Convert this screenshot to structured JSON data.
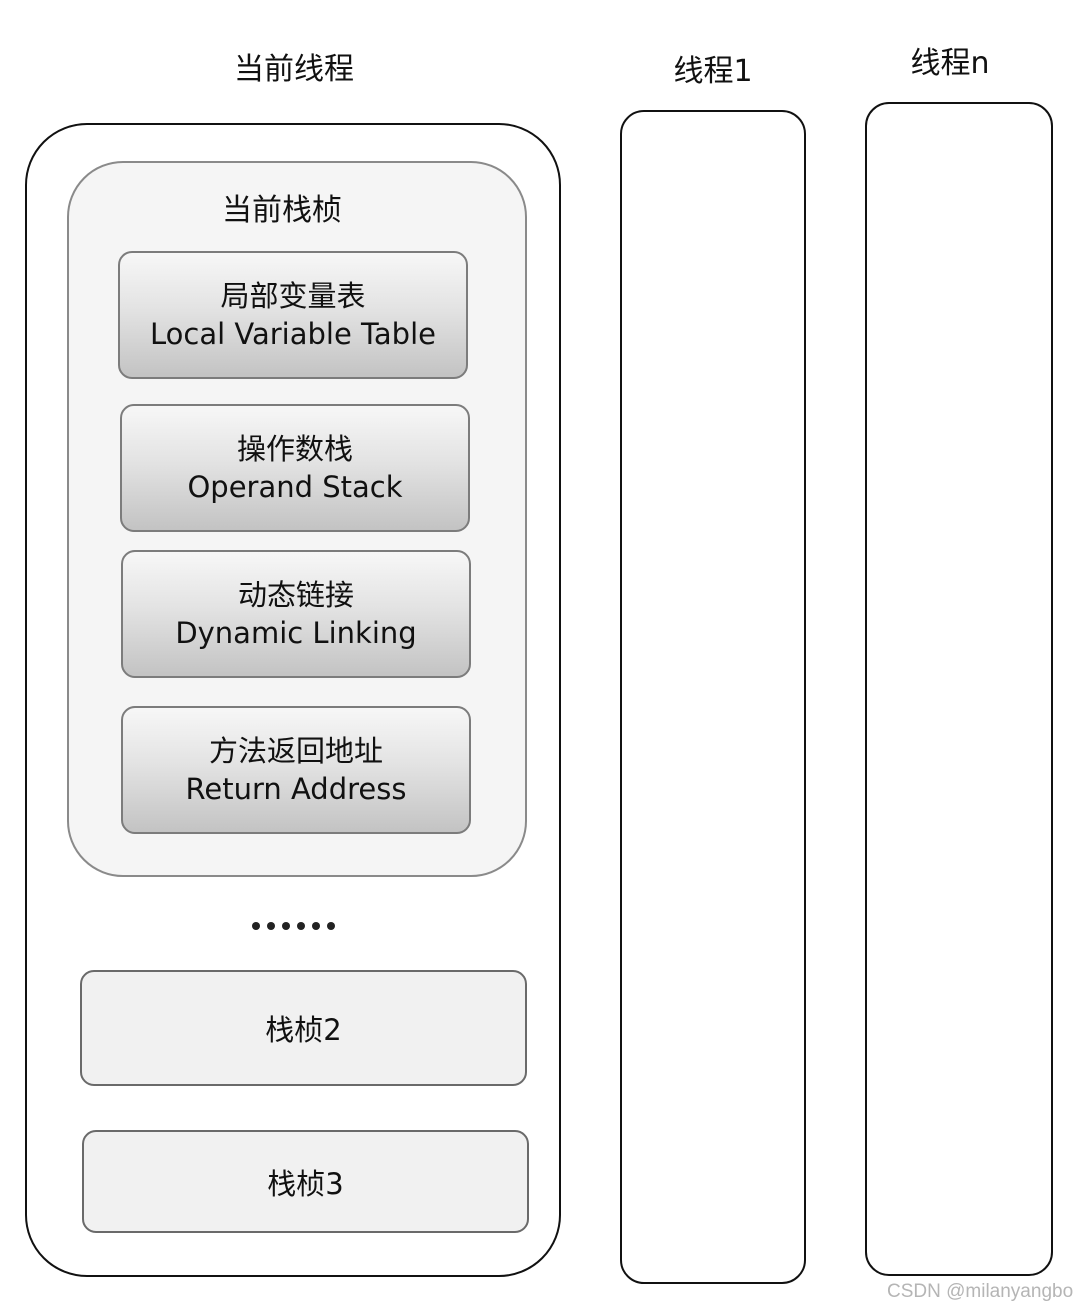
{
  "threads": {
    "current": {
      "title": "当前线程",
      "current_frame": {
        "title": "当前栈桢",
        "slots": [
          {
            "zh": "局部变量表",
            "en": "Local Variable Table"
          },
          {
            "zh": "操作数栈",
            "en": "Operand Stack"
          },
          {
            "zh": "动态链接",
            "en": "Dynamic Linking"
          },
          {
            "zh": "方法返回地址",
            "en": "Return Address"
          }
        ]
      },
      "ellipsis": "·······",
      "other_frames": [
        "栈桢2",
        "栈桢3"
      ]
    },
    "thread1": {
      "title": "线程1"
    },
    "threadn": {
      "title": "线程n"
    }
  },
  "watermark": "CSDN @milanyangbo"
}
